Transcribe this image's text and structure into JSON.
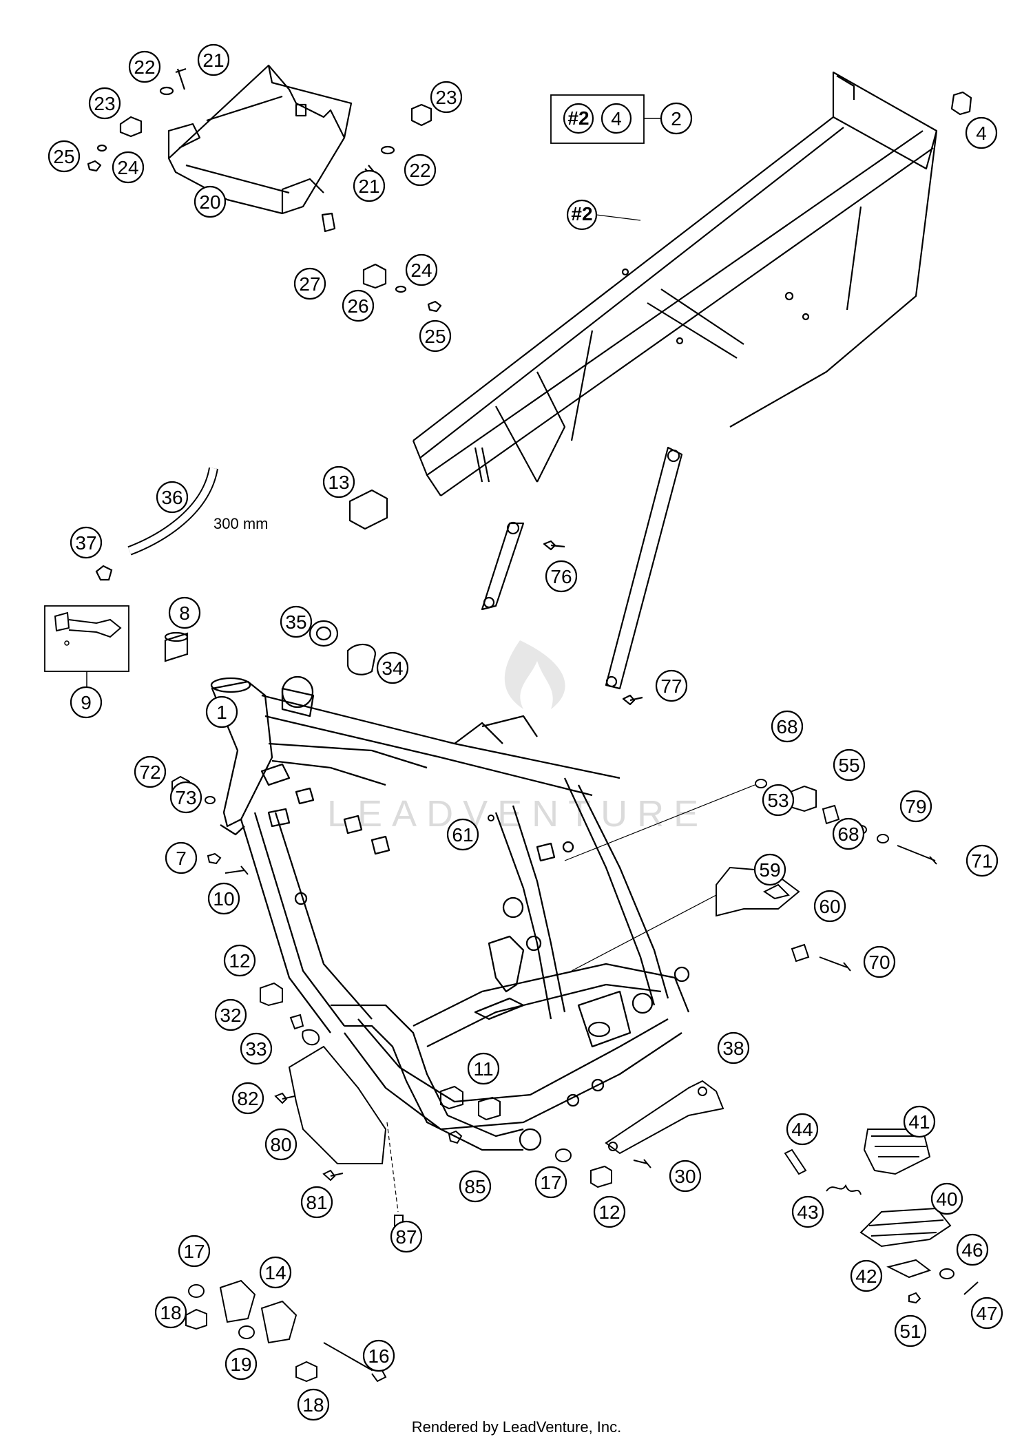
{
  "callouts": [
    {
      "id": "21",
      "label": "21"
    },
    {
      "id": "22a",
      "label": "22"
    },
    {
      "id": "23a",
      "label": "23"
    },
    {
      "id": "25a",
      "label": "25"
    },
    {
      "id": "24a",
      "label": "24"
    },
    {
      "id": "20",
      "label": "20"
    },
    {
      "id": "23b",
      "label": "23"
    },
    {
      "id": "22b",
      "label": "22"
    },
    {
      "id": "21b",
      "label": "21"
    },
    {
      "id": "27",
      "label": "27"
    },
    {
      "id": "26",
      "label": "26"
    },
    {
      "id": "24b",
      "label": "24"
    },
    {
      "id": "25b",
      "label": "25"
    },
    {
      "id": "4a",
      "label": "4"
    },
    {
      "id": "2",
      "label": "2"
    },
    {
      "id": "4b",
      "label": "4"
    },
    {
      "id": "36",
      "label": "36"
    },
    {
      "id": "37",
      "label": "37"
    },
    {
      "id": "13",
      "label": "13"
    },
    {
      "id": "76",
      "label": "76"
    },
    {
      "id": "8",
      "label": "8"
    },
    {
      "id": "9",
      "label": "9"
    },
    {
      "id": "35",
      "label": "35"
    },
    {
      "id": "34",
      "label": "34"
    },
    {
      "id": "77",
      "label": "77"
    },
    {
      "id": "1",
      "label": "1"
    },
    {
      "id": "72",
      "label": "72"
    },
    {
      "id": "73",
      "label": "73"
    },
    {
      "id": "68a",
      "label": "68"
    },
    {
      "id": "55",
      "label": "55"
    },
    {
      "id": "53",
      "label": "53"
    },
    {
      "id": "79",
      "label": "79"
    },
    {
      "id": "68b",
      "label": "68"
    },
    {
      "id": "71",
      "label": "71"
    },
    {
      "id": "61",
      "label": "61"
    },
    {
      "id": "7",
      "label": "7"
    },
    {
      "id": "10",
      "label": "10"
    },
    {
      "id": "59",
      "label": "59"
    },
    {
      "id": "60",
      "label": "60"
    },
    {
      "id": "70",
      "label": "70"
    },
    {
      "id": "12a",
      "label": "12"
    },
    {
      "id": "32",
      "label": "32"
    },
    {
      "id": "33",
      "label": "33"
    },
    {
      "id": "11",
      "label": "11"
    },
    {
      "id": "38",
      "label": "38"
    },
    {
      "id": "82",
      "label": "82"
    },
    {
      "id": "80",
      "label": "80"
    },
    {
      "id": "81",
      "label": "81"
    },
    {
      "id": "85",
      "label": "85"
    },
    {
      "id": "17a",
      "label": "17"
    },
    {
      "id": "12b",
      "label": "12"
    },
    {
      "id": "30",
      "label": "30"
    },
    {
      "id": "87",
      "label": "87"
    },
    {
      "id": "44",
      "label": "44"
    },
    {
      "id": "41",
      "label": "41"
    },
    {
      "id": "43",
      "label": "43"
    },
    {
      "id": "40",
      "label": "40"
    },
    {
      "id": "46",
      "label": "46"
    },
    {
      "id": "42",
      "label": "42"
    },
    {
      "id": "47",
      "label": "47"
    },
    {
      "id": "51",
      "label": "51"
    },
    {
      "id": "17b",
      "label": "17"
    },
    {
      "id": "14",
      "label": "14"
    },
    {
      "id": "18a",
      "label": "18"
    },
    {
      "id": "19",
      "label": "19"
    },
    {
      "id": "16",
      "label": "16"
    },
    {
      "id": "18b",
      "label": "18"
    }
  ],
  "kit_box": {
    "frame_ref": "#2",
    "part_ref": "4",
    "arrow_ref": "2"
  },
  "subframe_ref": "#2",
  "hose_length": "300 mm",
  "watermark": "LEADVENTURE",
  "footer": "Rendered by LeadVenture, Inc."
}
